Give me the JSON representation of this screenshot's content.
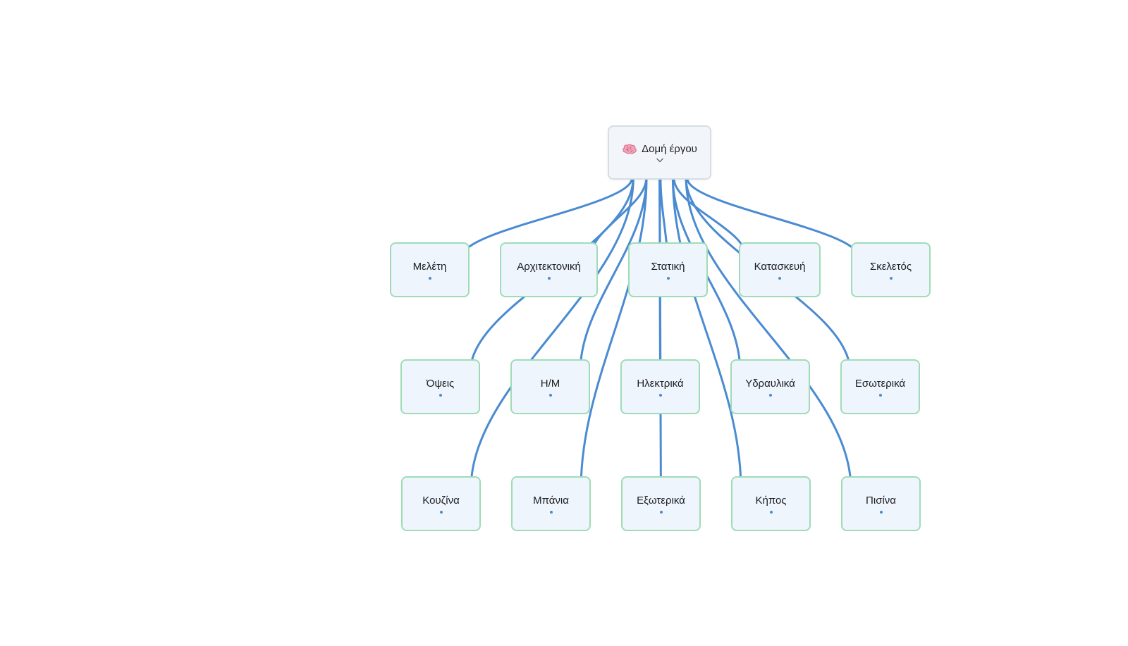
{
  "colors": {
    "edge": "#4a8bd1",
    "dot": "#4a8bd1",
    "node_border": "#9fdcb6",
    "node_fill": "#eef5fd"
  },
  "root": {
    "label": "Δομή έργου",
    "icon": "brain-icon",
    "collapse_icon": "chevron-down-icon"
  },
  "nodes": [
    {
      "id": "meleti",
      "label": "Μελέτη"
    },
    {
      "id": "architektoniki",
      "label": "Αρχιτεκτονική"
    },
    {
      "id": "statiki",
      "label": "Στατική"
    },
    {
      "id": "kataskevi",
      "label": "Κατασκευή"
    },
    {
      "id": "skeletos",
      "label": "Σκελετός"
    },
    {
      "id": "opseis",
      "label": "Όψεις"
    },
    {
      "id": "hm",
      "label": "Η/Μ"
    },
    {
      "id": "ilektrika",
      "label": "Ηλεκτρικά"
    },
    {
      "id": "ydravlika",
      "label": "Υδραυλικά"
    },
    {
      "id": "esoterika",
      "label": "Εσωτερικά"
    },
    {
      "id": "kouzina",
      "label": "Κουζίνα"
    },
    {
      "id": "mpania",
      "label": "Μπάνια"
    },
    {
      "id": "exoterika",
      "label": "Εξωτερικά"
    },
    {
      "id": "kipos",
      "label": "Κήπος"
    },
    {
      "id": "pisina",
      "label": "Πισίνα"
    }
  ],
  "edges": [
    [
      "root",
      "meleti"
    ],
    [
      "root",
      "architektoniki"
    ],
    [
      "root",
      "statiki"
    ],
    [
      "root",
      "kataskevi"
    ],
    [
      "root",
      "skeletos"
    ],
    [
      "root",
      "opseis"
    ],
    [
      "root",
      "hm"
    ],
    [
      "root",
      "ilektrika"
    ],
    [
      "root",
      "ydravlika"
    ],
    [
      "root",
      "esoterika"
    ],
    [
      "root",
      "kouzina"
    ],
    [
      "root",
      "mpania"
    ],
    [
      "root",
      "exoterika"
    ],
    [
      "root",
      "kipos"
    ],
    [
      "root",
      "pisina"
    ]
  ]
}
